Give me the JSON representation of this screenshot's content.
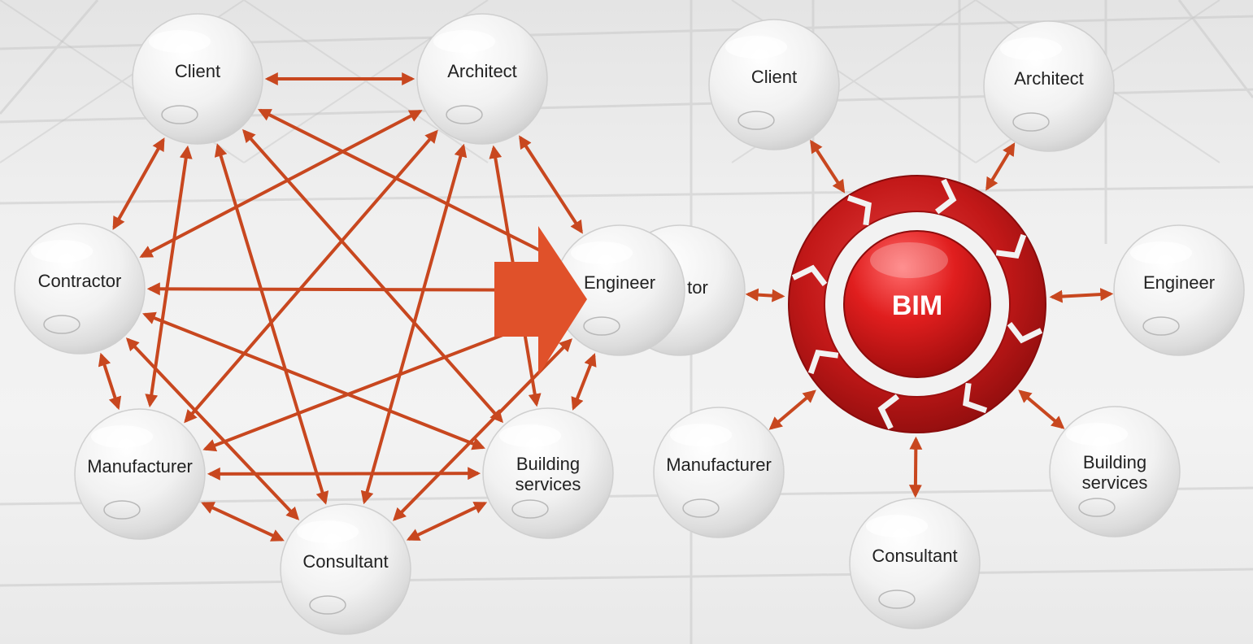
{
  "colors": {
    "arrow": "#c8471f",
    "transition_arrow": "#e0512a",
    "bim_ring": "#b71515",
    "bim_core": "#d21c1c",
    "bubble_edge": "#cfcfcf"
  },
  "left_network": {
    "nodes": [
      {
        "id": "client",
        "label": [
          "Client"
        ]
      },
      {
        "id": "architect",
        "label": [
          "Architect"
        ]
      },
      {
        "id": "contractor",
        "label": [
          "Contractor"
        ]
      },
      {
        "id": "engineer",
        "label": [
          "Engineer"
        ]
      },
      {
        "id": "manufacturer",
        "label": [
          "Manufacturer"
        ]
      },
      {
        "id": "building-services",
        "label": [
          "Building",
          "services"
        ]
      },
      {
        "id": "consultant",
        "label": [
          "Consultant"
        ]
      }
    ],
    "edges": [
      [
        "client",
        "architect"
      ],
      [
        "client",
        "contractor"
      ],
      [
        "client",
        "engineer"
      ],
      [
        "client",
        "manufacturer"
      ],
      [
        "client",
        "building-services"
      ],
      [
        "client",
        "consultant"
      ],
      [
        "architect",
        "contractor"
      ],
      [
        "architect",
        "engineer"
      ],
      [
        "architect",
        "manufacturer"
      ],
      [
        "architect",
        "building-services"
      ],
      [
        "architect",
        "consultant"
      ],
      [
        "contractor",
        "engineer"
      ],
      [
        "contractor",
        "manufacturer"
      ],
      [
        "contractor",
        "building-services"
      ],
      [
        "contractor",
        "consultant"
      ],
      [
        "engineer",
        "manufacturer"
      ],
      [
        "engineer",
        "building-services"
      ],
      [
        "engineer",
        "consultant"
      ],
      [
        "manufacturer",
        "building-services"
      ],
      [
        "manufacturer",
        "consultant"
      ],
      [
        "building-services",
        "consultant"
      ]
    ]
  },
  "bim_hub": {
    "center_label": "BIM",
    "occluded_contractor_fragment": "tor",
    "nodes": [
      {
        "id": "client",
        "label": [
          "Client"
        ]
      },
      {
        "id": "architect",
        "label": [
          "Architect"
        ]
      },
      {
        "id": "engineer",
        "label": [
          "Engineer"
        ]
      },
      {
        "id": "building-services",
        "label": [
          "Building",
          "services"
        ]
      },
      {
        "id": "consultant",
        "label": [
          "Consultant"
        ]
      },
      {
        "id": "manufacturer",
        "label": [
          "Manufacturer"
        ]
      }
    ]
  }
}
